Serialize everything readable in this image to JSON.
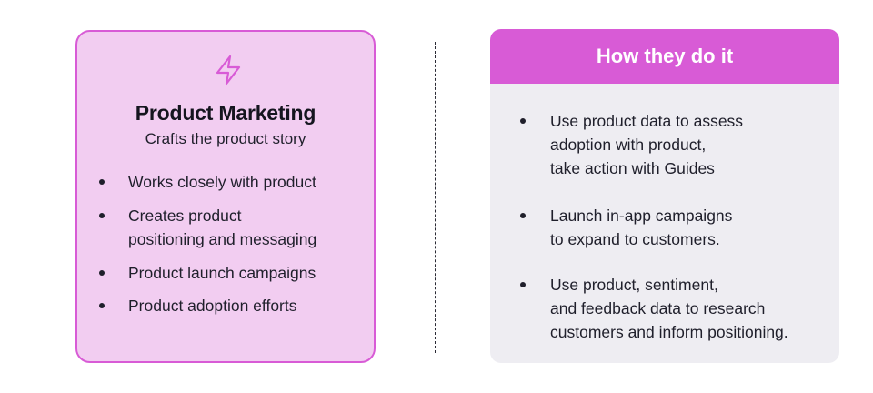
{
  "role_card": {
    "title": "Product Marketing",
    "subtitle": "Crafts the product story",
    "icon": "lightning-bolt-icon",
    "accent_color": "#d85bd6",
    "background_color": "#f2cdf1",
    "bullets": [
      "Works closely with product",
      "Creates product\npositioning and messaging",
      "Product launch campaigns",
      "Product adoption efforts"
    ]
  },
  "how_card": {
    "title": "How they do it",
    "header_color": "#d85bd6",
    "background_color": "#eeedf2",
    "bullets": [
      "Use product data to assess\nadoption with product,\ntake action with Guides",
      "Launch in-app campaigns\nto expand to customers.",
      "Use product, sentiment,\nand feedback data to research\ncustomers and inform positioning."
    ]
  }
}
